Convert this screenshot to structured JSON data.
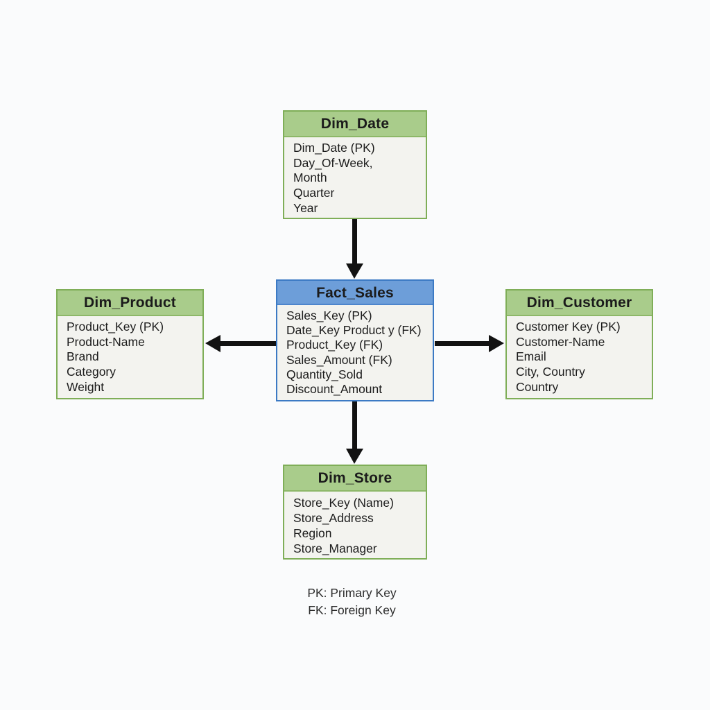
{
  "diagram": {
    "title_implicit": "Star schema: Fact_Sales with dimensions",
    "colors": {
      "dimension_header": "#a9cc8b",
      "dimension_border": "#7fae58",
      "fact_header": "#6d9ed9",
      "fact_border": "#3c7ac4",
      "table_body": "#f3f3ef",
      "arrow": "#121212",
      "page_background": "#fafbfc"
    },
    "tables": {
      "dim_date": {
        "title": "Dim_Date",
        "rows": [
          "Dim_Date (PK)",
          "Day_Of-Week,",
          "Month",
          "Quarter",
          "Year"
        ]
      },
      "fact_sales": {
        "title": "Fact_Sales",
        "rows": [
          "Sales_Key (PK)",
          "Date_Key Product y (FK)",
          "Product_Key (FK)",
          "Sales_Amount (FK)",
          "Quantity_Sold",
          "Discount_Amount"
        ]
      },
      "dim_product": {
        "title": "Dim_Product",
        "rows": [
          "Product_Key (PK)",
          "Product-Name",
          "Brand",
          "Category",
          "Weight"
        ]
      },
      "dim_customer": {
        "title": "Dim_Customer",
        "rows": [
          "Customer Key (PK)",
          "Customer-Name",
          "Email",
          "City, Country",
          "Country"
        ]
      },
      "dim_store": {
        "title": "Dim_Store",
        "rows": [
          "Store_Key (Name)",
          "Store_Address",
          "Region",
          "Store_Manager"
        ]
      }
    },
    "relationships": [
      {
        "from": "Dim_Date",
        "to": "Fact_Sales",
        "direction": "down"
      },
      {
        "from": "Fact_Sales",
        "to": "Dim_Product",
        "direction": "left"
      },
      {
        "from": "Fact_Sales",
        "to": "Dim_Customer",
        "direction": "right"
      },
      {
        "from": "Fact_Sales",
        "to": "Dim_Store",
        "direction": "down"
      }
    ],
    "legend": {
      "pk": "PK: Primary Key",
      "fk": "FK: Foreign Key"
    }
  }
}
